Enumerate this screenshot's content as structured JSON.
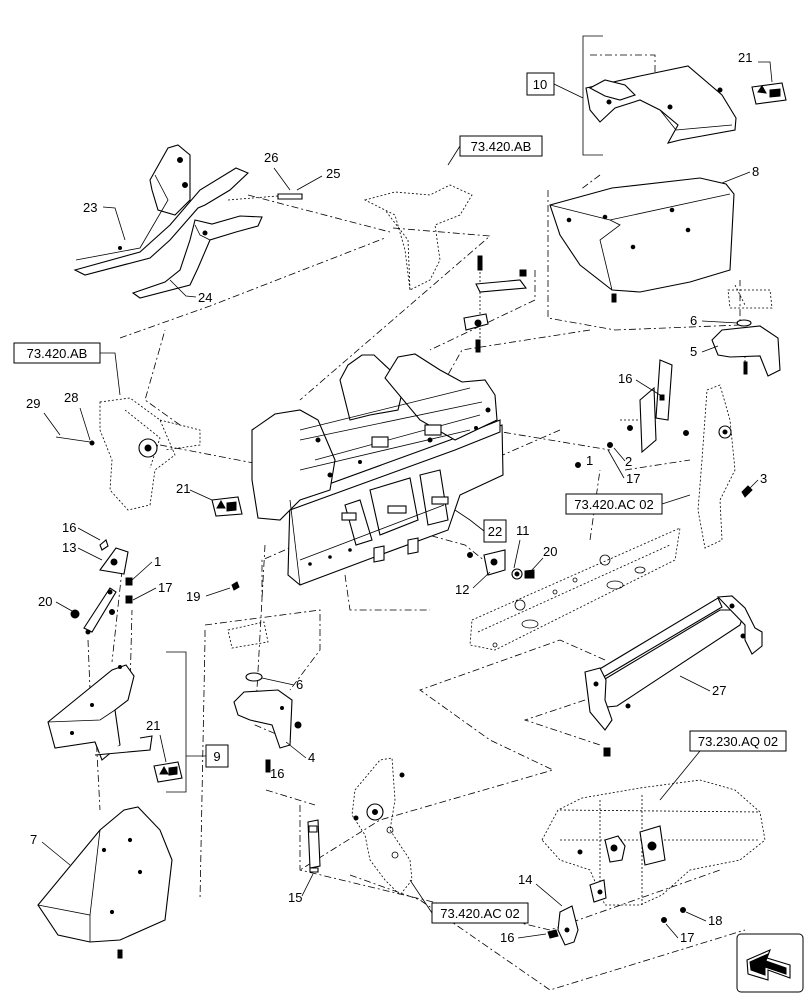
{
  "references": {
    "r73420ab_top": "73.420.AB",
    "r73420ab_left": "73.420.AB",
    "r73420ac02_mid": "73.420.AC 02",
    "r73420ac02_bottom": "73.420.AC 02",
    "r73230aq02": "73.230.AQ 02"
  },
  "boxed_callouts": {
    "b10": "10",
    "b22": "22",
    "b9": "9"
  },
  "callouts": {
    "c21a": "21",
    "c26": "26",
    "c25": "25",
    "c23": "23",
    "c24": "24",
    "c8": "8",
    "c6a": "6",
    "c5": "5",
    "c16a": "16",
    "c29": "29",
    "c28": "28",
    "c21b": "21",
    "c1a": "1",
    "c2": "2",
    "c17a": "17",
    "c3": "3",
    "c16b": "16",
    "c13": "13",
    "c1b": "1",
    "c17b": "17",
    "c11": "11",
    "c20a": "20",
    "c12": "12",
    "c19": "19",
    "c20b": "20",
    "c6b": "6",
    "c27": "27",
    "c4": "4",
    "c16c": "16",
    "c21c": "21",
    "c7": "7",
    "c14": "14",
    "c15": "15",
    "c16d": "16",
    "c17c": "17",
    "c18": "18"
  },
  "icons": {
    "nav": "arrow-navigation-icon",
    "warning_decal": "warning-decal-icon"
  }
}
